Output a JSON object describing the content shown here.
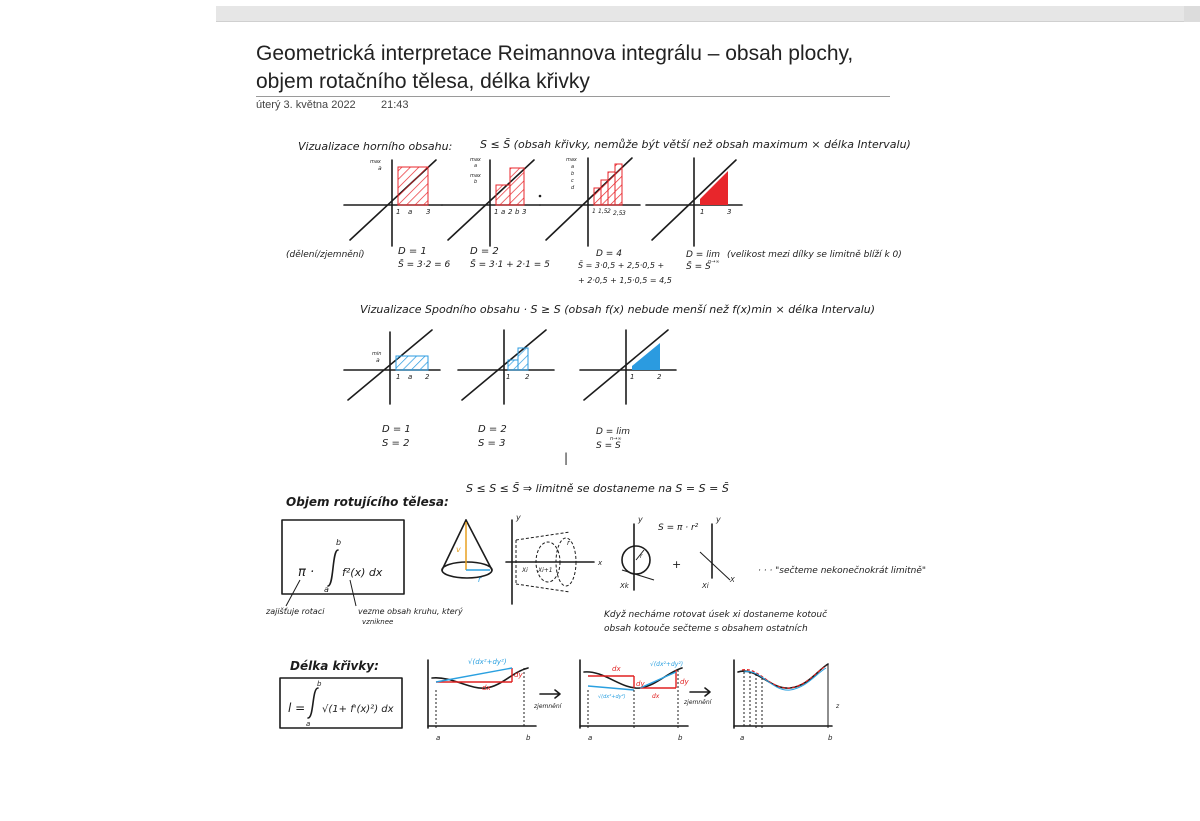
{
  "page": {
    "title": "Geometrická interpretace Reimannova integrálu – obsah plochy, objem rotačního tělesa, délka křivky",
    "date": "úterý 3. května 2022",
    "time": "21:43"
  },
  "upper": {
    "heading": "Vizualizace horního obsahu:",
    "formula": "S ≤ S̄ (obsah křivky, nemůže být větší než obsah maximum × délka Intervalu)",
    "row_label": "(dělení/zjemnění)",
    "graph_ticks": [
      [
        "1",
        "a",
        "3"
      ],
      [
        "1",
        "a",
        "2",
        "b",
        "3"
      ],
      [
        "1",
        "1,5",
        "2",
        "2,5",
        "3"
      ],
      [
        "1",
        "3"
      ]
    ],
    "graph_axis_labels": [
      [
        "max",
        "a"
      ],
      [
        "max",
        "a",
        "max",
        "b"
      ],
      [
        "max",
        "a",
        "b",
        "c",
        "d"
      ]
    ],
    "captions": [
      [
        "D = 1",
        "S̄ = 3·2 = 6"
      ],
      [
        "D = 2",
        "S̄ = 3·1 + 2·1 = 5"
      ],
      [
        "D = 4",
        "S̄ = 3·0,5 + 2,5·0,5 +",
        "+ 2·0,5 + 1,5·0,5 = 4,5"
      ],
      [
        "D = lim",
        "n→∞",
        "S̄ = S",
        "(velikost mezi dílky se limitně blíží k 0)"
      ]
    ]
  },
  "lower": {
    "heading": "Vizualizace Spodního obsahu · S ≥ S (obsah f(x) nebude menší než f(x)min × délka Intervalu)",
    "graph_ticks": [
      [
        "1",
        "a",
        "2"
      ],
      [
        "1",
        "2"
      ],
      [
        "1",
        "2"
      ]
    ],
    "graph_axis_labels": [
      [
        "min",
        "a"
      ],
      [
        "",
        "",
        ""
      ]
    ],
    "captions": [
      [
        "D = 1",
        "S = 2"
      ],
      [
        "D = 2",
        "S = 3"
      ],
      [
        "D = lim",
        "n→∞",
        "S = S"
      ]
    ],
    "mark": "|",
    "conclusion": "S ≤ S ≤ S̄ ⇒ limitně se dostaneme na S = S = S̄"
  },
  "volume": {
    "heading": "Objem rotujícího tělesa:",
    "formula_parts": {
      "pi": "π ·",
      "lower": "a",
      "upper": "b",
      "integrand": "f²(x) dx"
    },
    "note_left": "zajišťuje rotaci",
    "note_right": [
      "vezme obsah kruhu, který",
      "vzniknee"
    ],
    "cone_labels": [
      "v",
      "r"
    ],
    "rot_labels": [
      "y",
      "x",
      "r",
      "Xi",
      "Xi+1"
    ],
    "area_formula": "S = π · r²",
    "plus": "+",
    "small_labels": [
      "y",
      "r",
      "Xk",
      "y",
      "Xi",
      "X"
    ],
    "sum_note": "· · · \"sečteme nekonečnokrát limitně\"",
    "explain": [
      "Když necháme rotovat úsek xi dostaneme kotouč",
      "obsah kotouče sečteme s obsahem ostatních"
    ]
  },
  "length": {
    "heading": "Délka křivky:",
    "formula_parts": {
      "prefix": "l =",
      "lower": "a",
      "upper": "b",
      "body": "√(1+ f'(x)²) dx"
    },
    "diagram_labels": {
      "d1": [
        "√(dx²+dy²)",
        "dy",
        "dx",
        "a",
        "b"
      ],
      "arrow1": "zjemnění",
      "d2": [
        "dx",
        "dy",
        "√(dx²+dy²)",
        "dy",
        "dx",
        "√(dx²+dy²)",
        "a",
        "b"
      ],
      "arrow2": "zjemnění",
      "d3": [
        "a",
        "b",
        "z"
      ]
    }
  },
  "colors": {
    "upper_fill": "#e8262b",
    "lower_fill": "#2b9be0",
    "curve_red": "#e02020",
    "curve_blue": "#2aa0e0",
    "ink": "#1c1c1c"
  }
}
